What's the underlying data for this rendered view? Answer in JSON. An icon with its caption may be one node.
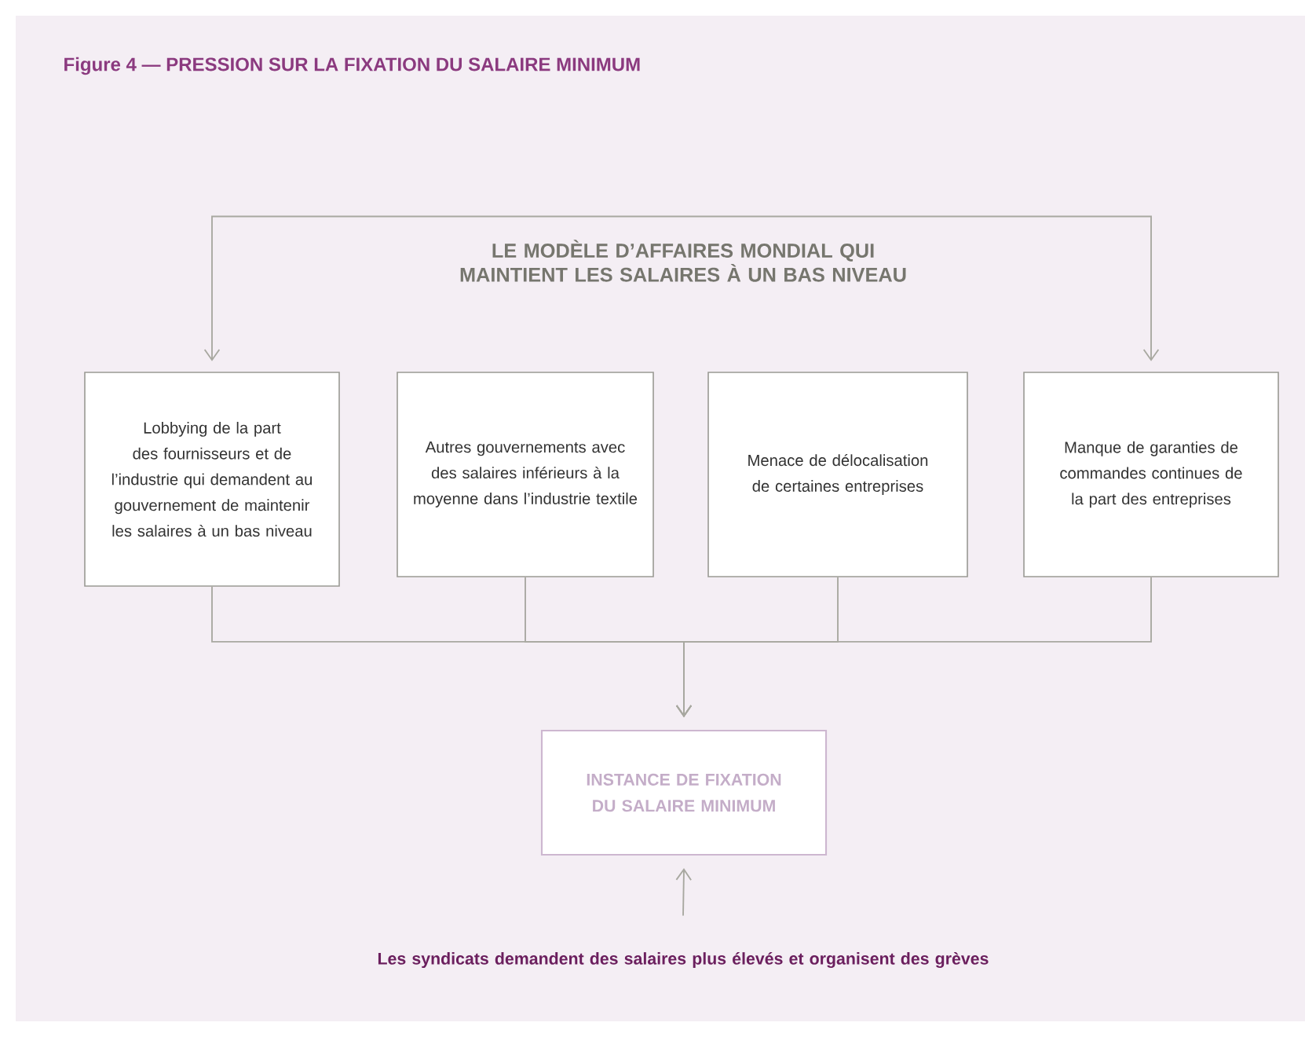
{
  "diagram": {
    "title": "Figure 4 — PRESSION SUR LA FIXATION DU SALAIRE MINIMUM",
    "nodes": [
      {
        "text": [
          "LE MODÈLE D’AFFAIRES MONDIAL QUI MAINTIENT LES SALAIRES À UN BAS NIVEAU"
        ]
      },
      {
        "text": [
          "Lobbying de la part des fournisseurs et de l’industrie qui demandent au gouvernement de maintenir les salaires à un bas niveau"
        ]
      },
      {
        "text": [
          "Autres gouvernements avec des salaires inférieurs à la moyenne dans l’industrie textile"
        ]
      },
      {
        "text": [
          "Menace de délocalisation de certaines entreprises"
        ]
      },
      {
        "text": [
          "Manque de garanties de commandes continues de la part des entreprises"
        ]
      },
      {
        "text": [
          "INSTANCE DE FIXATION DU SALAIRE MINIMUM"
        ]
      },
      {
        "text": [
          "Les syndicats demandent des salaires plus élevés et organisent des grèves"
        ]
      }
    ],
    "edges": [
      {
        "from": 0,
        "to": 1,
        "arrow": "to"
      },
      {
        "from": 0,
        "to": 4,
        "arrow": "to"
      },
      {
        "from": 1,
        "to": 5,
        "arrow": "to"
      },
      {
        "from": 2,
        "to": 5,
        "arrow": "to"
      },
      {
        "from": 3,
        "to": 5,
        "arrow": "to"
      },
      {
        "from": 4,
        "to": 5,
        "arrow": "to"
      },
      {
        "from": 6,
        "to": 5,
        "arrow": "to"
      }
    ]
  }
}
